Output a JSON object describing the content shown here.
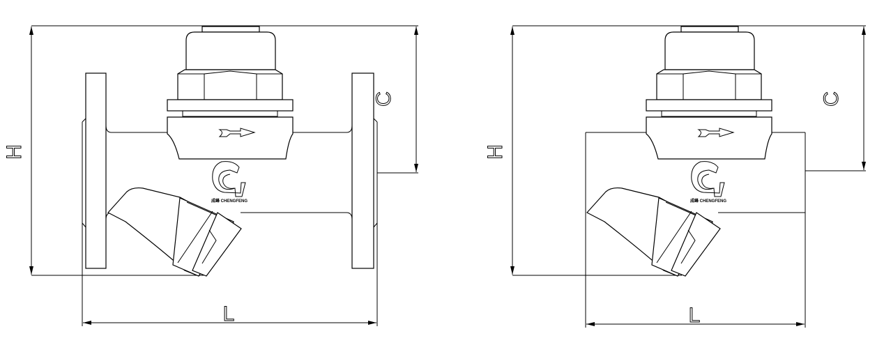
{
  "drawings": [
    {
      "name": "flanged-strainer-trap",
      "labels": {
        "height": "H",
        "top_to_center": "C",
        "length": "L"
      },
      "flow_direction": "right"
    },
    {
      "name": "threaded-strainer-trap",
      "labels": {
        "height": "H",
        "top_to_center": "C",
        "length": "L"
      },
      "flow_direction": "right"
    }
  ],
  "logo": {
    "text": "成峰 CHENGFENG"
  }
}
